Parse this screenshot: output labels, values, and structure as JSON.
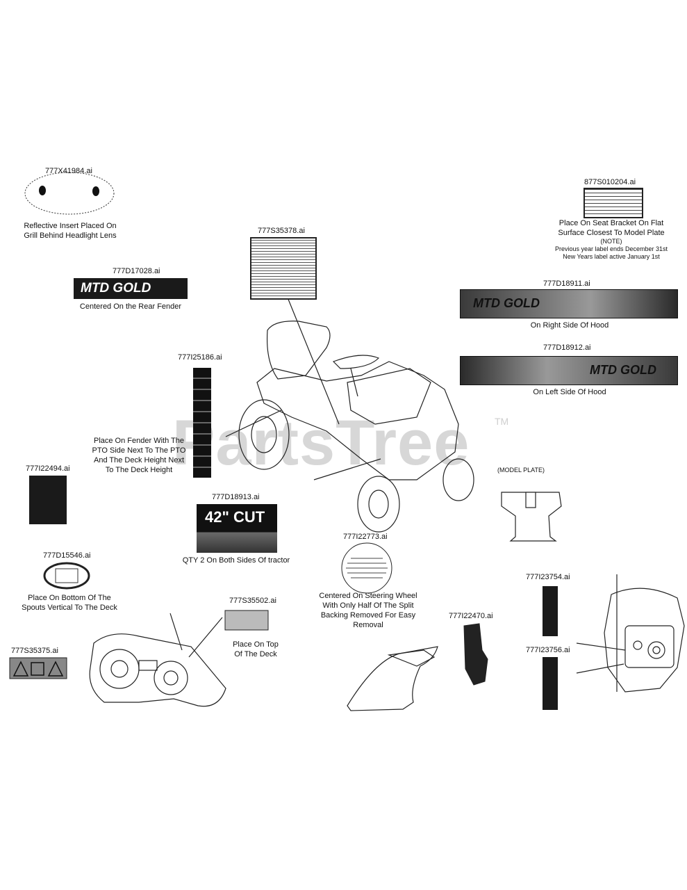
{
  "watermark": {
    "text": "PartsTree",
    "tm": "TM"
  },
  "parts": [
    {
      "id": "reflective",
      "part_no": "777X41984.ai",
      "caption": [
        "Reflective Insert Placed On",
        "Grill Behind Headlight Lens"
      ]
    },
    {
      "id": "fender-logo",
      "part_no": "777D17028.ai",
      "caption": [
        "Centered On the Rear Fender"
      ],
      "decal_text": "MTD GOLD"
    },
    {
      "id": "hood-warning",
      "part_no": "777S35378.ai",
      "caption": []
    },
    {
      "id": "model-plate",
      "part_no": "877S010204.ai",
      "caption": [
        "Place On Seat Bracket On Flat",
        "Surface Closest To Model Plate",
        "(NOTE)",
        "Previous year label ends December 31st",
        "New Years label active January 1st"
      ]
    },
    {
      "id": "hood-right",
      "part_no": "777D18911.ai",
      "caption": [
        "On Right Side Of Hood"
      ],
      "decal_text": "MTD GOLD"
    },
    {
      "id": "hood-left",
      "part_no": "777D18912.ai",
      "caption": [
        "On Left Side Of Hood"
      ],
      "decal_text": "MTD GOLD"
    },
    {
      "id": "pto-strip",
      "part_no": "777I25186.ai",
      "caption": [
        "Place On Fender With The",
        "PTO Side Next To The PTO",
        "And The Deck Height Next",
        "To The Deck Height"
      ]
    },
    {
      "id": "small-panel",
      "part_no": "777I22494.ai",
      "caption": []
    },
    {
      "id": "cut-decal",
      "part_no": "777D18913.ai",
      "caption": [
        "QTY 2 On Both Sides Of tractor"
      ],
      "decal_text": "42\" CUT"
    },
    {
      "id": "steering",
      "part_no": "777I22773.ai",
      "caption": [
        "Centered On Steering Wheel",
        "With Only Half Of The Split",
        "Backing Removed For Easy",
        "Removal"
      ]
    },
    {
      "id": "model-plate-callout",
      "part_no": "",
      "caption": [
        "(MODEL PLATE)"
      ]
    },
    {
      "id": "deck-oval",
      "part_no": "777D15546.ai",
      "caption": [
        "Place On Bottom Of The",
        "Spouts Vertical To The Deck"
      ]
    },
    {
      "id": "deck-top",
      "part_no": "777S35502.ai",
      "caption": [
        "Place On Top",
        "Of The Deck"
      ]
    },
    {
      "id": "deck-icons",
      "part_no": "777S35375.ai",
      "caption": []
    },
    {
      "id": "pedal",
      "part_no": "777I22470.ai",
      "caption": []
    },
    {
      "id": "dash-upper",
      "part_no": "777I23754.ai",
      "caption": []
    },
    {
      "id": "dash-lower",
      "part_no": "777I23756.ai",
      "caption": []
    }
  ]
}
